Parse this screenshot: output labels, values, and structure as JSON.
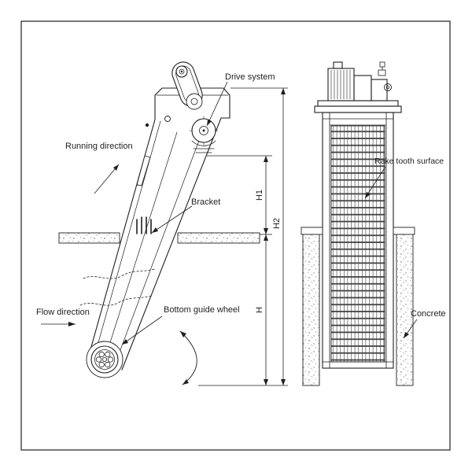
{
  "diagram": {
    "labels": {
      "drive_system": "Drive system",
      "running_direction": "Running direction",
      "bracket": "Bracket",
      "flow_direction": "Flow direction",
      "bottom_guide_wheel": "Bottom guide wheel",
      "rake_tooth_surface": "Rake tooth surface",
      "concrete": "Concrete"
    },
    "dimensions": {
      "h1": "H1",
      "h2": "H2",
      "h": "H"
    },
    "colors": {
      "line": "#1f1f1f",
      "background": "#ffffff",
      "speckle": "#555555"
    },
    "views": {
      "left": "side-view-inclined-screen",
      "right": "front-view-screen-in-channel"
    }
  }
}
